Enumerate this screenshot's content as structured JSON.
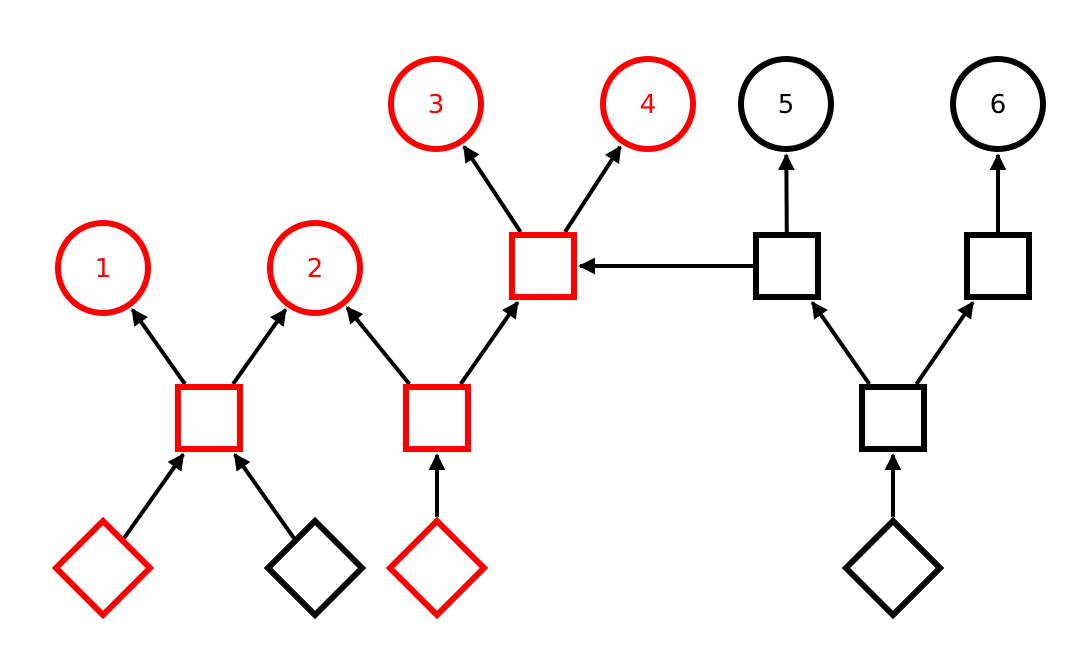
{
  "colors": {
    "highlight": "#ff0000",
    "normal": "#000000",
    "background": "#ffffff"
  },
  "nodes": [
    {
      "id": "c1",
      "shape": "circle",
      "label": "1",
      "color": "highlight"
    },
    {
      "id": "c2",
      "shape": "circle",
      "label": "2",
      "color": "highlight"
    },
    {
      "id": "c3",
      "shape": "circle",
      "label": "3",
      "color": "highlight"
    },
    {
      "id": "c4",
      "shape": "circle",
      "label": "4",
      "color": "highlight"
    },
    {
      "id": "c5",
      "shape": "circle",
      "label": "5",
      "color": "normal"
    },
    {
      "id": "c6",
      "shape": "circle",
      "label": "6",
      "color": "normal"
    },
    {
      "id": "s1",
      "shape": "square",
      "color": "highlight"
    },
    {
      "id": "s2",
      "shape": "square",
      "color": "highlight"
    },
    {
      "id": "s3",
      "shape": "square",
      "color": "highlight"
    },
    {
      "id": "s4",
      "shape": "square",
      "color": "normal"
    },
    {
      "id": "s5",
      "shape": "square",
      "color": "normal"
    },
    {
      "id": "s6",
      "shape": "square",
      "color": "normal"
    },
    {
      "id": "d1",
      "shape": "diamond",
      "color": "highlight"
    },
    {
      "id": "d2",
      "shape": "diamond",
      "color": "normal"
    },
    {
      "id": "d3",
      "shape": "diamond",
      "color": "highlight"
    },
    {
      "id": "d4",
      "shape": "diamond",
      "color": "normal"
    }
  ],
  "edges": [
    {
      "from": "s1",
      "to": "c1"
    },
    {
      "from": "s1",
      "to": "c2"
    },
    {
      "from": "s2",
      "to": "c2"
    },
    {
      "from": "s2",
      "to": "s3"
    },
    {
      "from": "s3",
      "to": "c3"
    },
    {
      "from": "s3",
      "to": "c4"
    },
    {
      "from": "s4",
      "to": "c5"
    },
    {
      "from": "s4",
      "to": "s3"
    },
    {
      "from": "s5",
      "to": "c6"
    },
    {
      "from": "s6",
      "to": "s4"
    },
    {
      "from": "s6",
      "to": "s5"
    },
    {
      "from": "d1",
      "to": "s1"
    },
    {
      "from": "d2",
      "to": "s1"
    },
    {
      "from": "d3",
      "to": "s2"
    },
    {
      "from": "d4",
      "to": "s6"
    }
  ]
}
